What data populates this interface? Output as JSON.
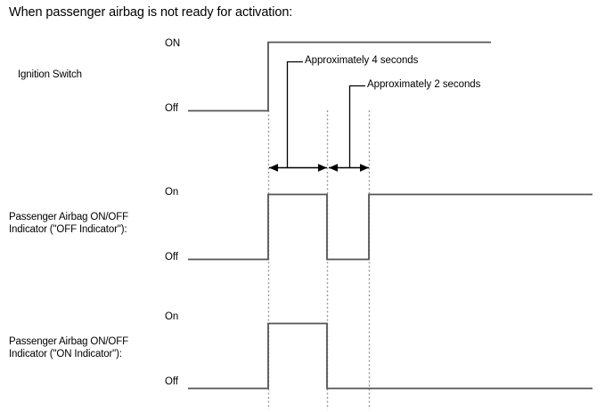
{
  "heading": "When passenger airbag is not ready for activation:",
  "signals": [
    {
      "id": "ignition",
      "label": "Ignition Switch",
      "high_level_label": "ON",
      "low_level_label": "Off",
      "waveform": "Off until t1, then ON"
    },
    {
      "id": "off-indicator",
      "label": "Passenger Airbag ON/OFF\nIndicator (\"OFF Indicator\"):",
      "high_level_label": "On",
      "low_level_label": "Off",
      "waveform": "Off until t1, On from t1 to t2, Off from t2 to t3, On after t3"
    },
    {
      "id": "on-indicator",
      "label": "Passenger Airbag ON/OFF\nIndicator (\"ON Indicator\"):",
      "high_level_label": "On",
      "low_level_label": "Off",
      "waveform": "Off until t1, On from t1 to t2, Off after t2"
    }
  ],
  "annotations": [
    {
      "id": "approx-4-seconds",
      "text": "Approximately 4 seconds",
      "spans_from": "t1",
      "spans_to": "t2"
    },
    {
      "id": "approx-2-seconds",
      "text": "Approximately 2 seconds",
      "spans_from": "t2",
      "spans_to": "t3"
    }
  ],
  "chart_data": {
    "type": "line",
    "title": "When passenger airbag is not ready for activation:",
    "xlabel": "",
    "ylabel": "",
    "grid": false,
    "legend": "none",
    "time_markers": {
      "t1": 301,
      "t2": 367,
      "t3": 414
    },
    "durations": [
      {
        "label": "Approximately 4 seconds",
        "from": "t1",
        "to": "t2",
        "seconds": 4
      },
      {
        "label": "Approximately 2 seconds",
        "from": "t2",
        "to": "t3",
        "seconds": 2
      }
    ],
    "series": [
      {
        "name": "Ignition Switch",
        "states": [
          "Off",
          "ON"
        ],
        "points": [
          {
            "x": 211,
            "state": "Off"
          },
          {
            "x": 301,
            "state": "Off"
          },
          {
            "x": 301,
            "state": "ON"
          },
          {
            "x": 551,
            "state": "ON"
          }
        ]
      },
      {
        "name": "Passenger Airbag ON/OFF Indicator (\"OFF Indicator\")",
        "states": [
          "Off",
          "On"
        ],
        "points": [
          {
            "x": 211,
            "state": "Off"
          },
          {
            "x": 301,
            "state": "Off"
          },
          {
            "x": 301,
            "state": "On"
          },
          {
            "x": 367,
            "state": "On"
          },
          {
            "x": 367,
            "state": "Off"
          },
          {
            "x": 414,
            "state": "Off"
          },
          {
            "x": 414,
            "state": "On"
          },
          {
            "x": 665,
            "state": "On"
          }
        ]
      },
      {
        "name": "Passenger Airbag ON/OFF Indicator (\"ON Indicator\")",
        "states": [
          "Off",
          "On"
        ],
        "points": [
          {
            "x": 211,
            "state": "Off"
          },
          {
            "x": 301,
            "state": "Off"
          },
          {
            "x": 301,
            "state": "On"
          },
          {
            "x": 367,
            "state": "On"
          },
          {
            "x": 367,
            "state": "Off"
          },
          {
            "x": 665,
            "state": "Off"
          }
        ]
      }
    ]
  },
  "colors": {
    "waveform": "#555555",
    "dotted_guide": "#999999",
    "callout": "#000000",
    "text": "#000000",
    "background": "#ffffff"
  }
}
